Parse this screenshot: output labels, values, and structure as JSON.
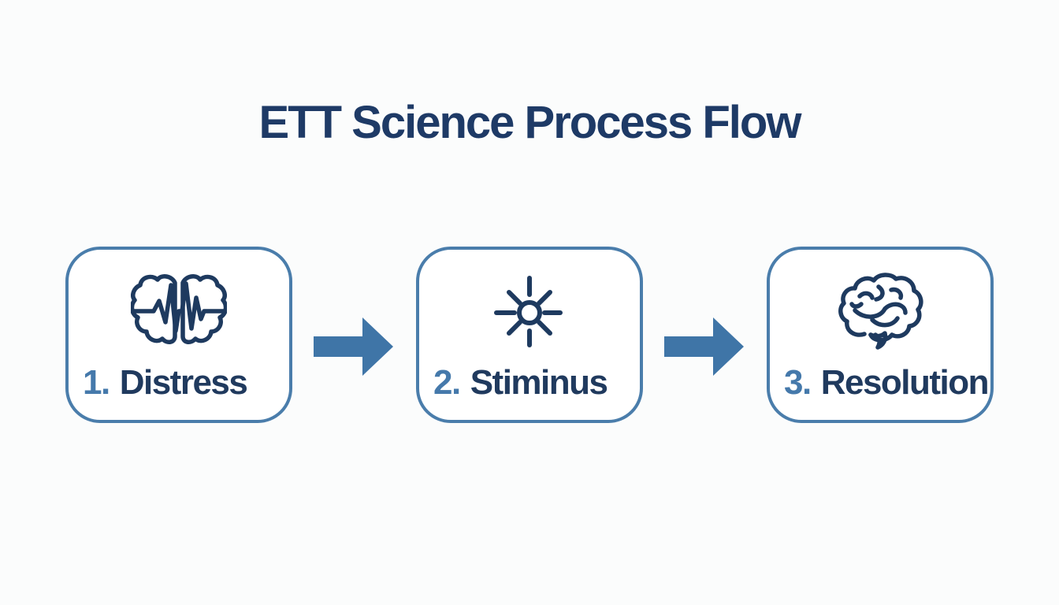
{
  "title": "ETT Science Process Flow",
  "colors": {
    "title_navy": "#1e3a66",
    "box_border_blue": "#4a7dab",
    "number_blue": "#4579ab",
    "label_navy": "#203a5e",
    "icon_navy": "#1e3a5f",
    "arrow_blue": "#3f75a7",
    "background": "#fbfcfc"
  },
  "steps": [
    {
      "number": "1.",
      "label": "Distress",
      "icon": "brain-wave-icon"
    },
    {
      "number": "2.",
      "label": "Stiminus",
      "icon": "sun-burst-icon"
    },
    {
      "number": "3.",
      "label": "Resolution",
      "icon": "brain-icon"
    }
  ]
}
